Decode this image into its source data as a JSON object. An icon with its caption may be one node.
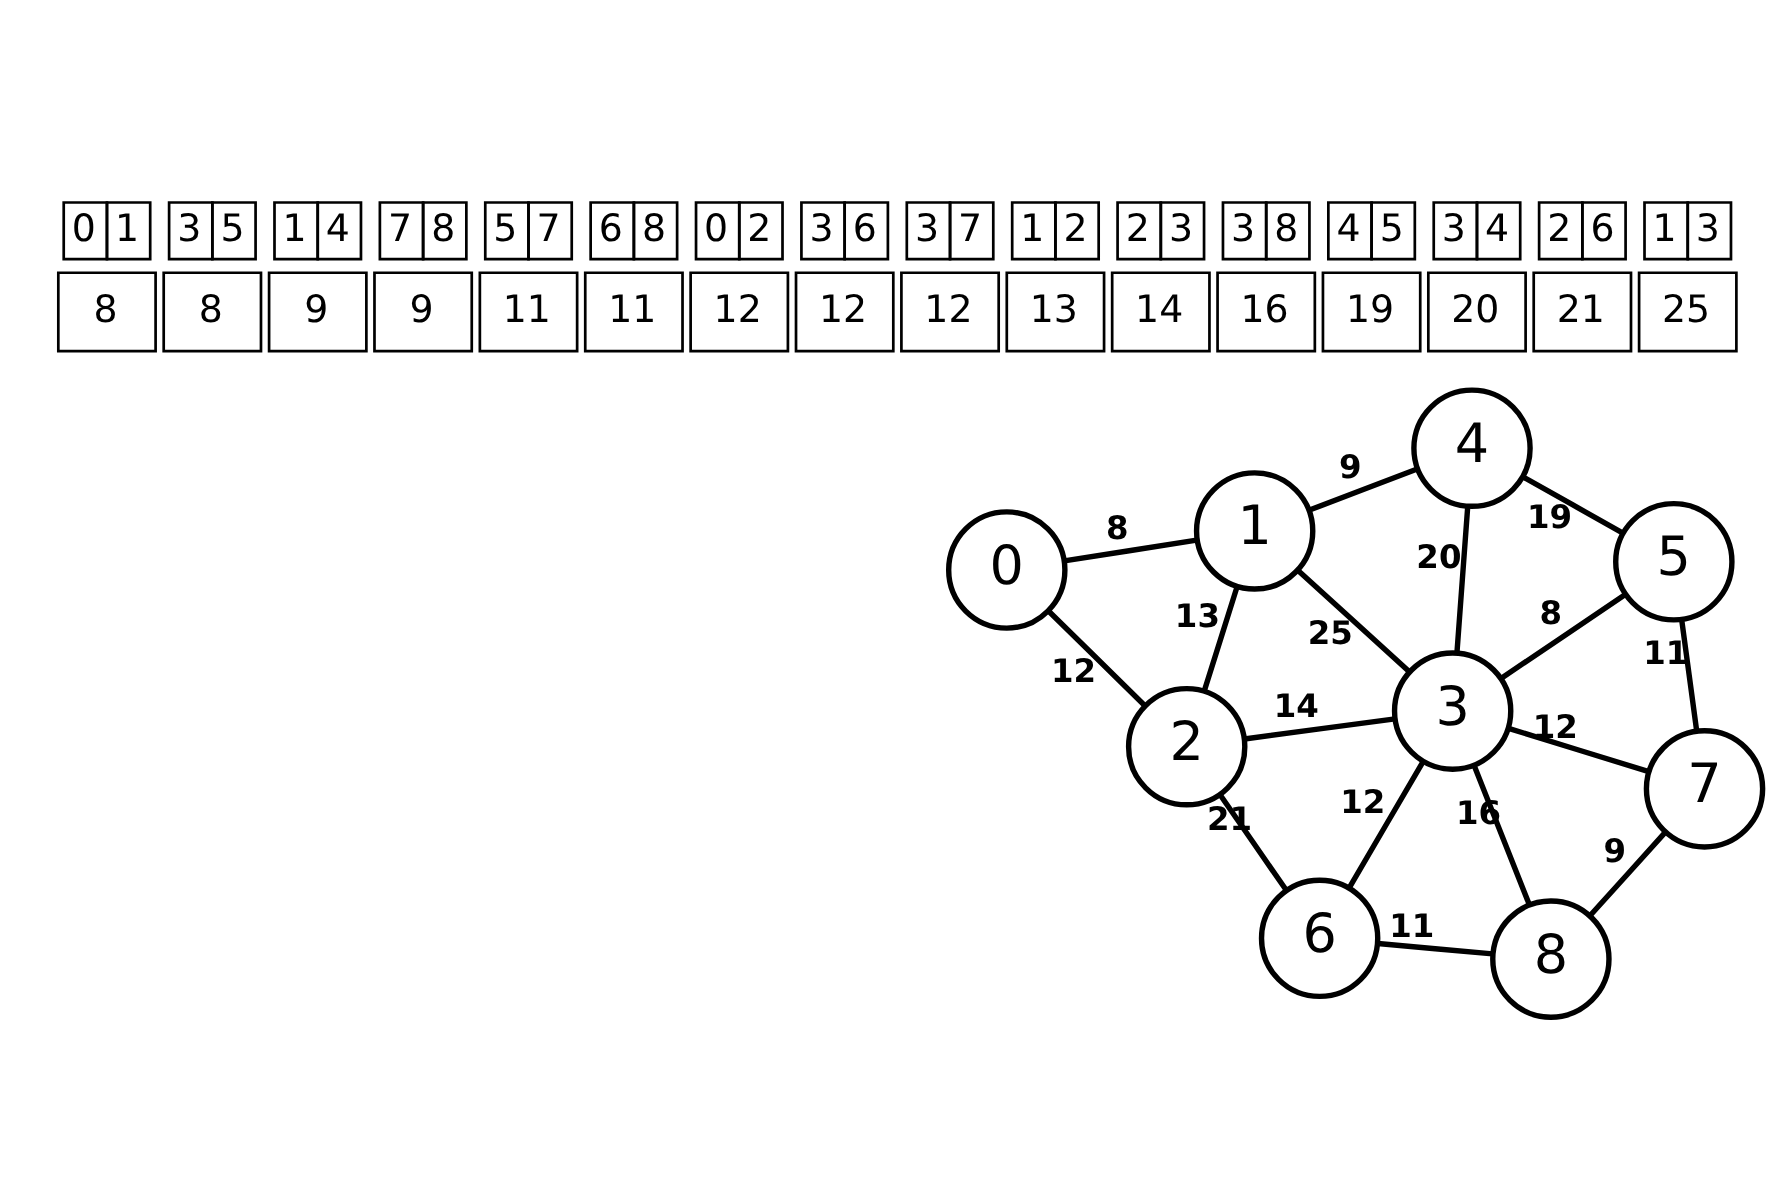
{
  "diagram": {
    "nodes": [
      {
        "text": [
          "0"
        ]
      },
      {
        "text": [
          "1"
        ]
      },
      {
        "text": [
          "2"
        ]
      },
      {
        "text": [
          "3"
        ]
      },
      {
        "text": [
          "4"
        ]
      },
      {
        "text": [
          "5"
        ]
      },
      {
        "text": [
          "6"
        ]
      },
      {
        "text": [
          "7"
        ]
      },
      {
        "text": [
          "8"
        ]
      }
    ],
    "edges": [
      {
        "from": 0,
        "to": 1,
        "arrow": "none",
        "label": "8"
      },
      {
        "from": 0,
        "to": 2,
        "arrow": "none",
        "label": "12"
      },
      {
        "from": 1,
        "to": 2,
        "arrow": "none",
        "label": "13"
      },
      {
        "from": 1,
        "to": 3,
        "arrow": "none",
        "label": "25"
      },
      {
        "from": 1,
        "to": 4,
        "arrow": "none",
        "label": "9"
      },
      {
        "from": 2,
        "to": 3,
        "arrow": "none",
        "label": "14"
      },
      {
        "from": 2,
        "to": 6,
        "arrow": "none",
        "label": "21"
      },
      {
        "from": 3,
        "to": 6,
        "arrow": "none",
        "label": "12"
      },
      {
        "from": 3,
        "to": 8,
        "arrow": "none",
        "label": "16"
      },
      {
        "from": 3,
        "to": 7,
        "arrow": "none",
        "label": "12"
      },
      {
        "from": 3,
        "to": 5,
        "arrow": "none",
        "label": "8"
      },
      {
        "from": 3,
        "to": 4,
        "arrow": "none",
        "label": "20"
      },
      {
        "from": 4,
        "to": 5,
        "arrow": "none",
        "label": "19"
      },
      {
        "from": 5,
        "to": 7,
        "arrow": "none",
        "label": "11"
      },
      {
        "from": 7,
        "to": 8,
        "arrow": "none",
        "label": "9"
      },
      {
        "from": 6,
        "to": 8,
        "arrow": "none",
        "label": "11"
      }
    ],
    "labels": [
      "0",
      "1",
      "3",
      "5",
      "1",
      "4",
      "7",
      "8",
      "5",
      "7",
      "6",
      "8",
      "0",
      "2",
      "3",
      "6",
      "3",
      "7",
      "1",
      "2",
      "2",
      "3",
      "3",
      "8",
      "4",
      "5",
      "3",
      "4",
      "2",
      "6",
      "1",
      "3",
      "8",
      "8",
      "9",
      "9",
      "11",
      "11",
      "12",
      "12",
      "12",
      "13",
      "14",
      "16",
      "19",
      "20",
      "21",
      "25"
    ]
  }
}
